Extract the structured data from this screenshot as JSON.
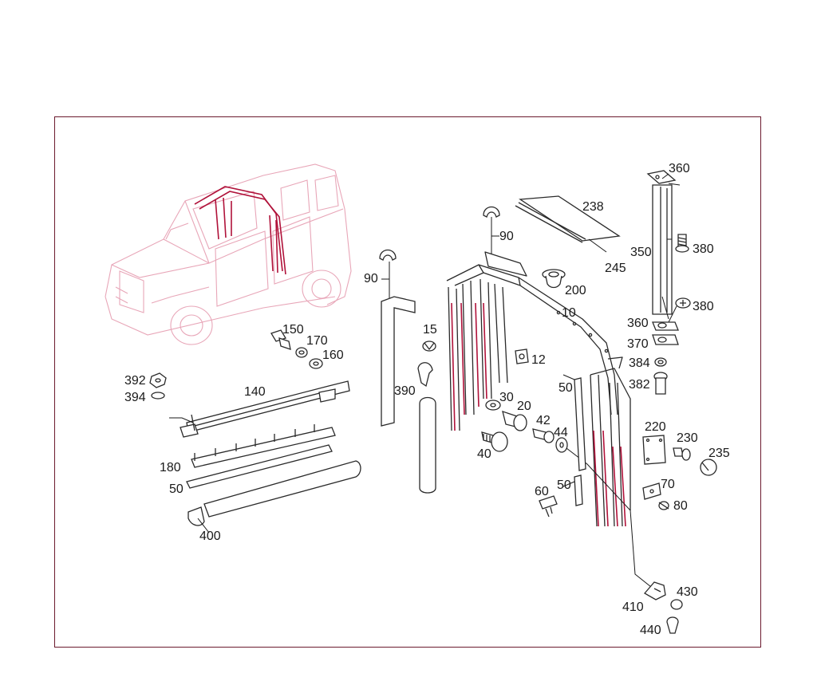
{
  "frame_color": "#6b1a2e",
  "highlight_color": "#b0123a",
  "vehicle_outline_color": "#e8a6b8",
  "callouts": [
    {
      "id": "c-360a",
      "text": "360"
    },
    {
      "id": "c-238",
      "text": "238"
    },
    {
      "id": "c-90a",
      "text": "90"
    },
    {
      "id": "c-380a",
      "text": "380"
    },
    {
      "id": "c-350",
      "text": "350"
    },
    {
      "id": "c-245",
      "text": "245"
    },
    {
      "id": "c-90b",
      "text": "90"
    },
    {
      "id": "c-200",
      "text": "200"
    },
    {
      "id": "c-380b",
      "text": "380"
    },
    {
      "id": "c-10",
      "text": "10"
    },
    {
      "id": "c-360b",
      "text": "360"
    },
    {
      "id": "c-150",
      "text": "150"
    },
    {
      "id": "c-15",
      "text": "15"
    },
    {
      "id": "c-370",
      "text": "370"
    },
    {
      "id": "c-170",
      "text": "170"
    },
    {
      "id": "c-160",
      "text": "160"
    },
    {
      "id": "c-12",
      "text": "12"
    },
    {
      "id": "c-384",
      "text": "384"
    },
    {
      "id": "c-392",
      "text": "392"
    },
    {
      "id": "c-382",
      "text": "382"
    },
    {
      "id": "c-140",
      "text": "140"
    },
    {
      "id": "c-390",
      "text": "390"
    },
    {
      "id": "c-50a",
      "text": "50"
    },
    {
      "id": "c-394",
      "text": "394"
    },
    {
      "id": "c-30",
      "text": "30"
    },
    {
      "id": "c-20",
      "text": "20"
    },
    {
      "id": "c-42",
      "text": "42"
    },
    {
      "id": "c-220",
      "text": "220"
    },
    {
      "id": "c-44",
      "text": "44"
    },
    {
      "id": "c-230",
      "text": "230"
    },
    {
      "id": "c-40",
      "text": "40"
    },
    {
      "id": "c-235",
      "text": "235"
    },
    {
      "id": "c-180",
      "text": "180"
    },
    {
      "id": "c-50b",
      "text": "50"
    },
    {
      "id": "c-70",
      "text": "70"
    },
    {
      "id": "c-50c",
      "text": "50"
    },
    {
      "id": "c-60",
      "text": "60"
    },
    {
      "id": "c-80",
      "text": "80"
    },
    {
      "id": "c-400",
      "text": "400"
    },
    {
      "id": "c-430",
      "text": "430"
    },
    {
      "id": "c-410",
      "text": "410"
    },
    {
      "id": "c-440",
      "text": "440"
    }
  ]
}
